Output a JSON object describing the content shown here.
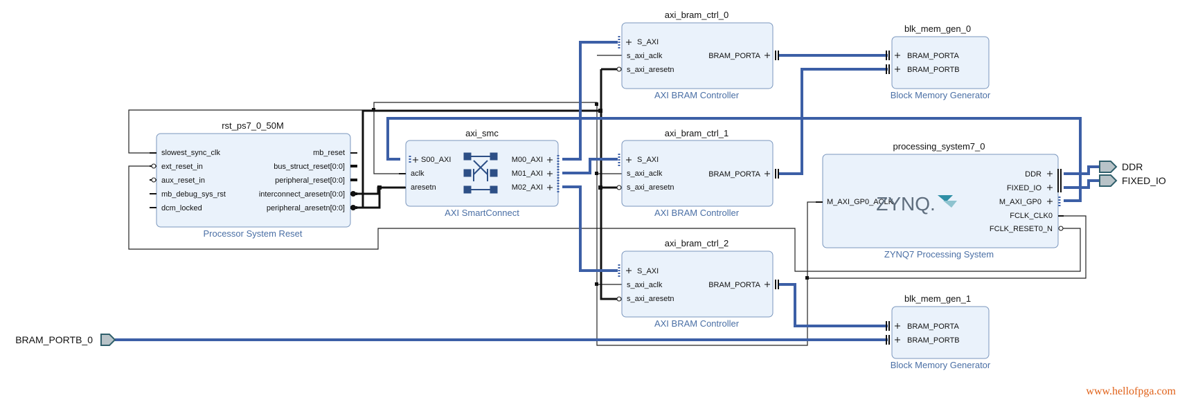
{
  "blocks": {
    "rst": {
      "instance": "rst_ps7_0_50M",
      "subtitle": "Processor System Reset",
      "left_ports": [
        "slowest_sync_clk",
        "ext_reset_in",
        "aux_reset_in",
        "mb_debug_sys_rst",
        "dcm_locked"
      ],
      "right_ports": [
        "mb_reset",
        "bus_struct_reset[0:0]",
        "peripheral_reset[0:0]",
        "interconnect_aresetn[0:0]",
        "peripheral_aresetn[0:0]"
      ]
    },
    "smc": {
      "instance": "axi_smc",
      "subtitle": "AXI SmartConnect",
      "left_ports": [
        "S00_AXI",
        "aclk",
        "aresetn"
      ],
      "right_ports": [
        "M00_AXI",
        "M01_AXI",
        "M02_AXI"
      ]
    },
    "bram0": {
      "instance": "axi_bram_ctrl_0",
      "subtitle": "AXI BRAM Controller",
      "left_ports": [
        "S_AXI",
        "s_axi_aclk",
        "s_axi_aresetn"
      ],
      "right_ports": [
        "BRAM_PORTA"
      ]
    },
    "bram1": {
      "instance": "axi_bram_ctrl_1",
      "subtitle": "AXI BRAM Controller",
      "left_ports": [
        "S_AXI",
        "s_axi_aclk",
        "s_axi_aresetn"
      ],
      "right_ports": [
        "BRAM_PORTA"
      ]
    },
    "bram2": {
      "instance": "axi_bram_ctrl_2",
      "subtitle": "AXI BRAM Controller",
      "left_ports": [
        "S_AXI",
        "s_axi_aclk",
        "s_axi_aresetn"
      ],
      "right_ports": [
        "BRAM_PORTA"
      ]
    },
    "mem0": {
      "instance": "blk_mem_gen_0",
      "subtitle": "Block Memory Generator",
      "left_ports": [
        "BRAM_PORTA",
        "BRAM_PORTB"
      ]
    },
    "mem1": {
      "instance": "blk_mem_gen_1",
      "subtitle": "Block Memory Generator",
      "left_ports": [
        "BRAM_PORTA",
        "BRAM_PORTB"
      ]
    },
    "ps7": {
      "instance": "processing_system7_0",
      "subtitle": "ZYNQ7 Processing System",
      "left_ports": [
        "M_AXI_GP0_ACLK"
      ],
      "right_ports": [
        "DDR",
        "FIXED_IO",
        "M_AXI_GP0",
        "FCLK_CLK0",
        "FCLK_RESET0_N"
      ],
      "logo": "ZYNQ."
    }
  },
  "external_ports": {
    "ddr": "DDR",
    "fixed_io": "FIXED_IO",
    "bram_portb_0": "BRAM_PORTB_0"
  },
  "colors": {
    "block_fill": "#eaf2fb",
    "block_stroke": "#7a96bd",
    "bus": "#3c5fa6",
    "subtitle": "#4a6fa5",
    "watermark": "#e0621a"
  },
  "watermark": "www.hellofpga.com"
}
